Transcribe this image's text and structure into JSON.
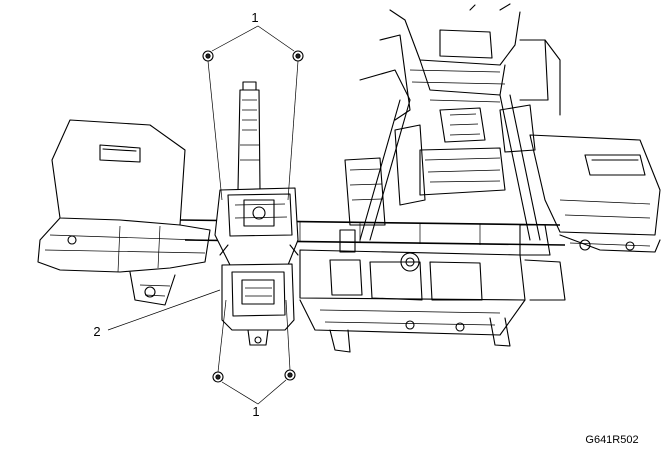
{
  "diagram": {
    "callouts": {
      "top_bolts": "1",
      "bottom_bolts": "1",
      "column": "2"
    },
    "figure_id": "G641R502"
  }
}
